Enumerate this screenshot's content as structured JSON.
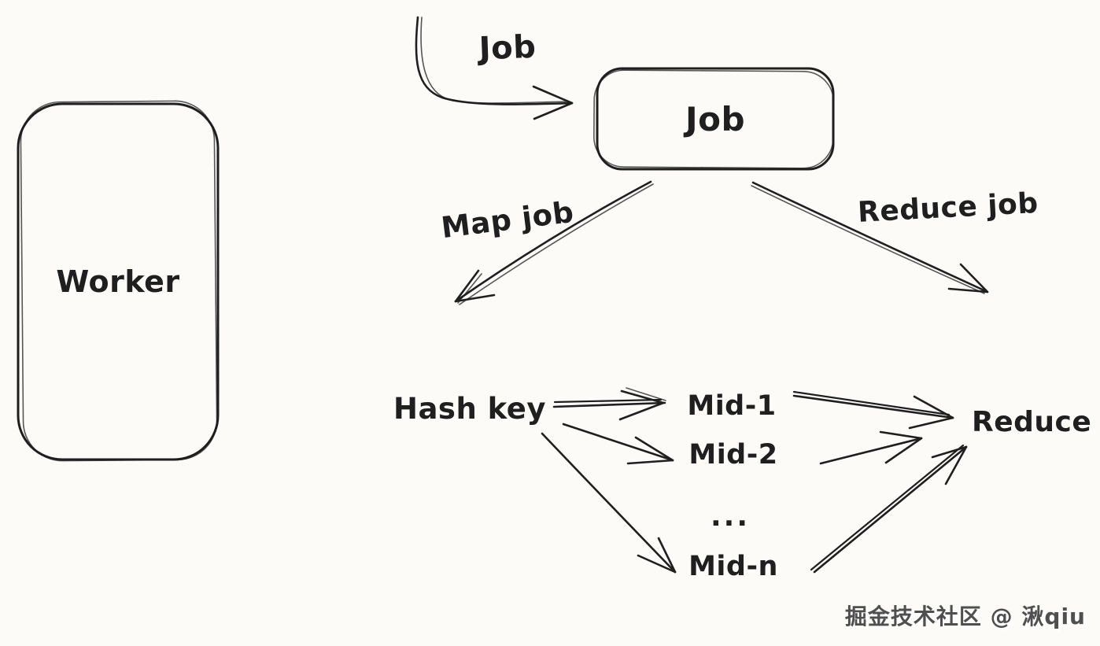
{
  "canvas": {
    "background_color": "#fcfbf8",
    "ink_color": "#1f1f1f",
    "style": "hand-drawn whiteboard sketch"
  },
  "nodes": {
    "worker": {
      "label": "Worker"
    },
    "job": {
      "label": "Job"
    }
  },
  "labels": {
    "incoming_job": "Job",
    "map_job": "Map job",
    "reduce_job": "Reduce job",
    "hash_key": "Hash key",
    "mid_1": "Mid-1",
    "mid_2": "Mid-2",
    "ellipsis": "...",
    "mid_n": "Mid-n",
    "reduce": "Reduce"
  },
  "edges": [
    {
      "from": "external",
      "to": "job-box",
      "label": "Job"
    },
    {
      "from": "job-box",
      "to": "map-stage",
      "label": "Map job"
    },
    {
      "from": "job-box",
      "to": "reduce-stage",
      "label": "Reduce job"
    },
    {
      "from": "hash-key",
      "to": "mid-1",
      "label": ""
    },
    {
      "from": "hash-key",
      "to": "mid-2",
      "label": ""
    },
    {
      "from": "hash-key",
      "to": "mid-n",
      "label": ""
    },
    {
      "from": "mid-1",
      "to": "reduce",
      "label": ""
    },
    {
      "from": "mid-2",
      "to": "reduce",
      "label": ""
    },
    {
      "from": "mid-n",
      "to": "reduce",
      "label": ""
    }
  ],
  "watermark": {
    "text": "掘金技术社区 @ 湫qiu",
    "color": "#4f4f4f"
  }
}
